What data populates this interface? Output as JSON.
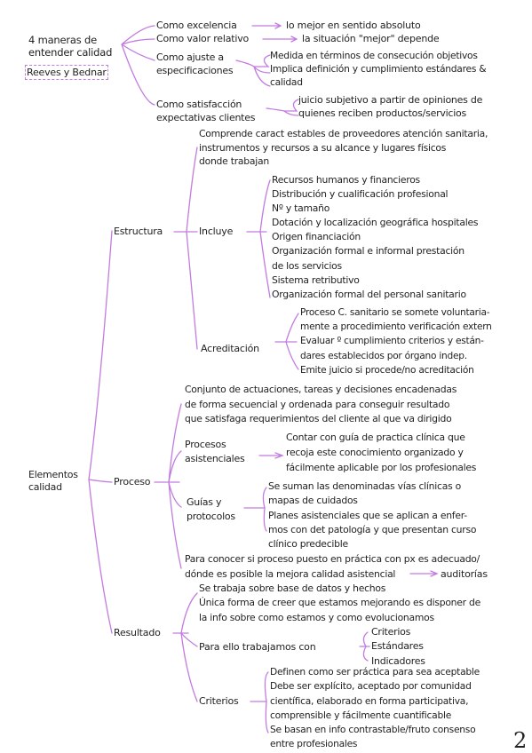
{
  "page_number": "2",
  "line_color": "#c27be0",
  "section1": {
    "title": "4 maneras de\nentender calidad",
    "author": "Reeves y Bednar",
    "items": [
      {
        "label": "Como excelencia",
        "desc": "lo mejor en sentido absoluto"
      },
      {
        "label": "Como valor relativo",
        "desc": "la situación \"mejor\" depende"
      },
      {
        "label": "Como ajuste a\nespecificaciones",
        "desc": "Medida en términos de consecución objetivos\nImplica definición y cumplimiento estándares &\ncalidad"
      },
      {
        "label": "Como satisfacción\nexpectativas clientes",
        "desc": "juicio subjetivo a partir de opiniones de\nquienes reciben productos/servicios"
      }
    ]
  },
  "section2": {
    "root": "Elementos\ncalidad",
    "estructura": {
      "label": "Estructura",
      "def": "Comprende caract estables de proveedores atención sanitaria,\ninstrumentos y recursos a su alcance y lugares físicos\ndonde trabajan",
      "incluye_label": "Incluye",
      "incluye": "Recursos humanos y financieros\nDistribución y cualificación profesional\nNº y tamaño\nDotación y localización geográfica hospitales\nOrigen financiación\nOrganización formal e informal prestación\nde los servicios\nSistema retributivo\nOrganización formal del personal sanitario",
      "acreditacion_label": "Acreditación",
      "acreditacion": "Proceso C. sanitario se somete voluntaria-\nmente a procedimiento verificación extern\nEvaluar º cumplimiento criterios y están-\ndares establecidos por órgano indep.\nEmite juicio si procede/no acreditación"
    },
    "proceso": {
      "label": "Proceso",
      "def": "Conjunto de actuaciones, tareas y decisiones encadenadas\nde forma secuencial y ordenada para conseguir resultado\nque satisfaga requerimientos del cliente al que va dirigido",
      "asist_label": "Procesos\nasistenciales",
      "asist": "Contar con guía de practica clínica que\nrecoja este conocimiento organizado y\nfácilmente aplicable por los profesionales",
      "guias_label": "Guías y\nprotocolos",
      "guias": "Se suman las denominadas vías clínicas o\nmapas de cuidados\nPlanes asistenciales que se aplican a enfer-\nmos con det patología y que presentan curso\nclínico predecible",
      "eval": "Para conocer si proceso puesto en práctica con px es adecuado/\ndónde es posible la mejora calidad asistencial",
      "eval_result": "auditorías"
    },
    "resultado": {
      "label": "Resultado",
      "def": "Se trabaja sobre base de datos y hechos\nÚnica forma de creer que estamos mejorando es disponer de\nla info sobre como estamos y como evolucionamos",
      "trabajamos_label": "Para ello trabajamos con",
      "trabajamos": "Criterios\nEstándares\nIndicadores",
      "criterios_label": "Criterios",
      "criterios": "Definen como ser práctica para sea aceptable\nDebe ser explícito, aceptado por comunidad\ncientífica, elaborado en forma participativa,\ncomprensible y fácilmente cuantificable\nSe basan en info contrastable/fruto consenso\nentre profesionales"
    }
  }
}
